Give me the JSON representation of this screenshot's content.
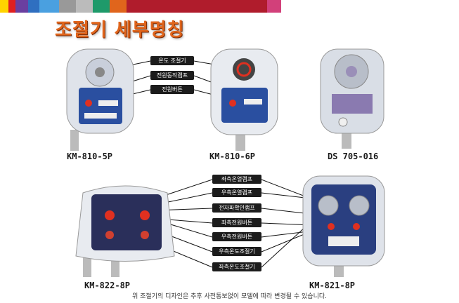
{
  "title": "조절기 세부명칭",
  "colors": [
    "#ffd400",
    "#e02020",
    "#6a3fa0",
    "#2f6fc0",
    "#4aa0e0",
    "#1e9a6a",
    "#e0651c",
    "#b01c2c",
    "#d2407a",
    "#9a1c2c"
  ],
  "top_labels": [
    "온도 조절기",
    "전원동작램프",
    "전원버튼"
  ],
  "bottom_labels": [
    "좌측온열램프",
    "우측온열램프",
    "전자파확인램프",
    "좌측전원버튼",
    "우측전원버튼",
    "우측온도조절기",
    "좌측온도조절기"
  ],
  "models": {
    "m1": "KM-810-5P",
    "m2": "KM-810-6P",
    "m3": "DS 705-016",
    "m4": "KM-822-8P",
    "m5": "KM-821-8P"
  },
  "footer": "위 조절기의 디자인은 추후 사전통보없이 모델에 따라 변경될 수 있습니다."
}
